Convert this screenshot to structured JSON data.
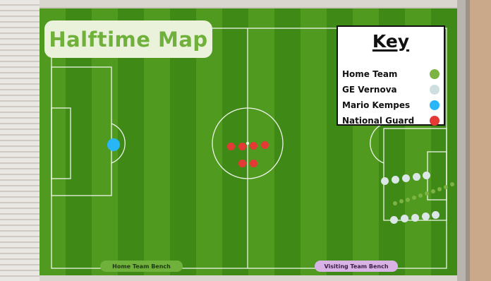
{
  "title": "Halftime Map",
  "key": {
    "title": "Key",
    "entries": [
      {
        "label": "Home Team",
        "color": "#7cb342"
      },
      {
        "label": "GE Vernova",
        "color": "#cfdfe0"
      },
      {
        "label": "Mario Kempes",
        "color": "#29b6f6"
      },
      {
        "label": "National Guard",
        "color": "#e53935"
      }
    ]
  },
  "benches": {
    "home": "Home Team Bench",
    "visiting": "Visiting Team Bench"
  },
  "colors": {
    "home_team": "#7cb342",
    "ge_vernova": "#dbe6e7",
    "mario_kempes": "#29b6f6",
    "national_guard": "#e53935"
  }
}
